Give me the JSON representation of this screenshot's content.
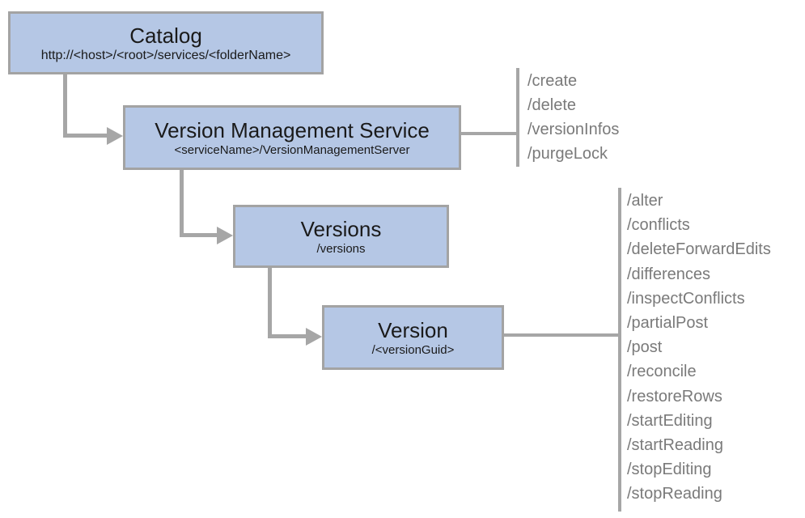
{
  "nodes": {
    "catalog": {
      "title": "Catalog",
      "subtitle": "http://<host>/<root>/services/<folderName>"
    },
    "vms": {
      "title": "Version Management Service",
      "subtitle": "<serviceName>/VersionManagementServer",
      "operations": [
        "/create",
        "/delete",
        "/versionInfos",
        "/purgeLock"
      ]
    },
    "versions": {
      "title": "Versions",
      "subtitle": "/versions"
    },
    "version": {
      "title": "Version",
      "subtitle": "/<versionGuid>",
      "operations": [
        "/alter",
        "/conflicts",
        "/deleteForwardEdits",
        "/differences",
        "/inspectConflicts",
        "/partialPost",
        "/post",
        "/reconcile",
        "/restoreRows",
        "/startEditing",
        "/startReading",
        "/stopEditing",
        "/stopReading"
      ]
    }
  },
  "colors": {
    "box_fill": "#b5c7e5",
    "box_border": "#a3a3a3",
    "connector": "#a6a6a6",
    "ops_text": "#7a7a7a",
    "title_text": "#1a1a1a"
  }
}
